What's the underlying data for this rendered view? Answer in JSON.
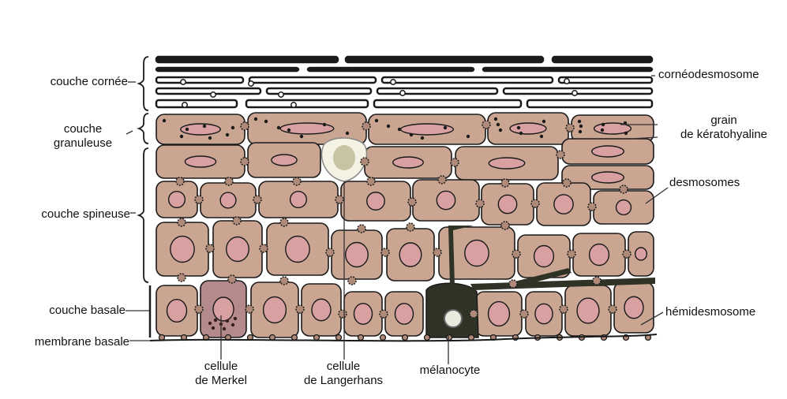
{
  "labels": {
    "left": {
      "cornee": "couche cornée",
      "granuleuse_1": "couche",
      "granuleuse_2": "granuleuse",
      "spineuse": "couche spineuse",
      "basale": "couche basale",
      "membrane": "membrane basale"
    },
    "right": {
      "corneodesmosome": "cornéodesmosome",
      "grain_1": "grain",
      "grain_2": "de kératohyaline",
      "desmosomes": "desmosomes",
      "hemidesmosome": "hémidesmosome"
    },
    "bottom": {
      "merkel_1": "cellule",
      "merkel_2": "de Merkel",
      "langerhans_1": "cellule",
      "langerhans_2": "de Langerhans",
      "melanocyte": "mélanocyte"
    }
  },
  "colors": {
    "cell_fill": "#c9a592",
    "nucleus_fill": "#d9a0a2",
    "merkel_fill": "#b58a8c",
    "melanocyte_fill": "#2f3326",
    "langerhans_fill": "#f4f2e2",
    "outline": "#1a1a1a"
  }
}
